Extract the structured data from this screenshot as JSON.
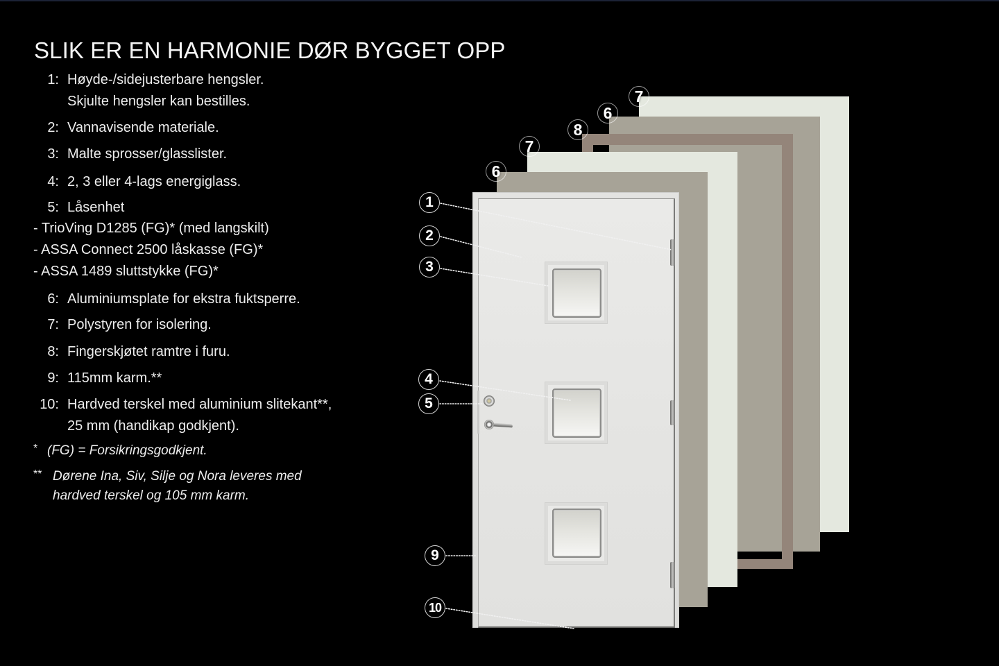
{
  "page": {
    "title": "SLIK ER EN HARMONIE DØR BYGGET OPP"
  },
  "list": {
    "items": [
      {
        "num": "1:",
        "lines": [
          "Høyde-/sidejusterbare hengsler.",
          "Skjulte hengsler kan bestilles."
        ]
      },
      {
        "num": "2:",
        "lines": [
          "Vannavisende materiale."
        ]
      },
      {
        "num": "3:",
        "lines": [
          "Malte sprosser/glasslister."
        ]
      },
      {
        "num": "4:",
        "lines": [
          "2, 3 eller 4-lags energiglass."
        ]
      },
      {
        "num": "5:",
        "lines": [
          "Låsenhet"
        ],
        "sub_items": [
          "- TrioVing D1285 (FG)* (med langskilt)",
          "- ASSA Connect 2500 låskasse (FG)*",
          "- ASSA 1489 sluttstykke (FG)*"
        ]
      },
      {
        "num": "6:",
        "lines": [
          "Aluminiumsplate for ekstra fuktsperre."
        ]
      },
      {
        "num": "7:",
        "lines": [
          "Polystyren for isolering."
        ]
      },
      {
        "num": "8:",
        "lines": [
          "Fingerskjøtet ramtre i furu."
        ]
      },
      {
        "num": "9:",
        "lines": [
          "115mm karm.**"
        ]
      },
      {
        "num": "10:",
        "lines": [
          "Hardved terskel med aluminium slitekant**,",
          "25 mm (handikap godkjent)."
        ]
      }
    ]
  },
  "footnotes": [
    {
      "mark": "*",
      "lines": [
        "(FG) = Forsikringsgodkjent."
      ]
    },
    {
      "mark": "**",
      "lines": [
        "Dørene Ina, Siv, Silje og Nora leveres med",
        "hardved terskel og 105 mm karm."
      ]
    }
  ],
  "diagram": {
    "door_callouts": [
      "1",
      "2",
      "3",
      "4",
      "5",
      "9",
      "10"
    ],
    "layer_callouts": {
      "front_aluminium": "6",
      "front_polystyrene": "7",
      "wood_frame": "8",
      "back_aluminium": "6",
      "back_polystyrene": "7"
    },
    "colors": {
      "background": "#000000",
      "text": "#ededed",
      "polystyrene": "#e4e8df",
      "aluminium": "#a7a397",
      "wood_frame": "#94857a",
      "door": "#e4e4e2"
    }
  }
}
